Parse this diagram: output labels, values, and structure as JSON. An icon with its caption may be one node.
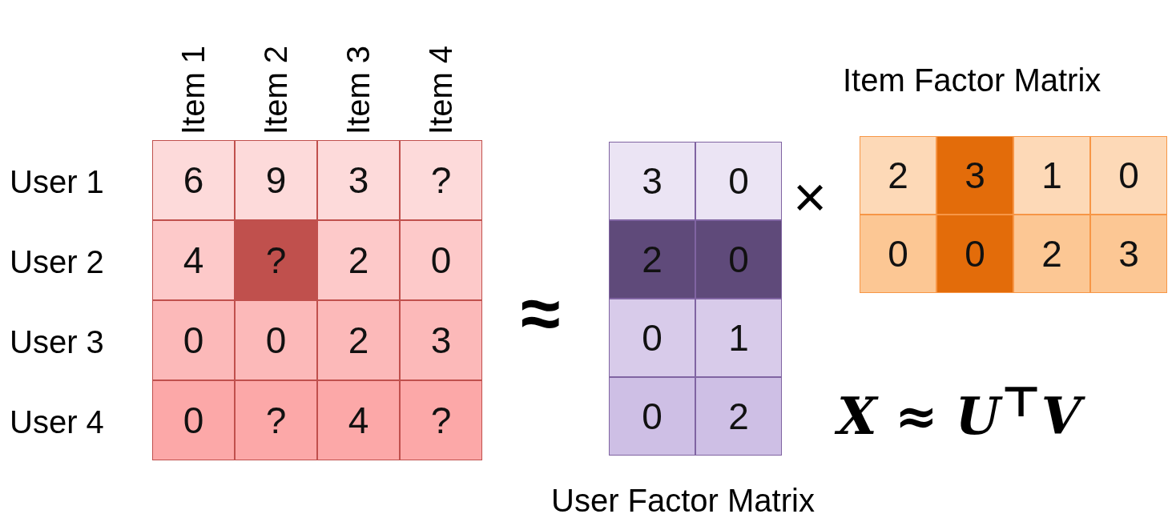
{
  "diagram": {
    "labels": [
      "Item 1",
      "Item 2",
      "Item 3",
      "Item 4",
      "Item Factor Matrix",
      "User 1",
      "6",
      "9",
      "3",
      "?",
      "User 2",
      "4",
      "?",
      "2",
      "0",
      "User 3",
      "0",
      "0",
      "2",
      "3",
      "User 4",
      "0",
      "?",
      "4",
      "?",
      "≈",
      "3",
      "0",
      "2",
      "0",
      "0",
      "1",
      "0",
      "2",
      "×",
      "2",
      "3",
      "1",
      "0",
      "0",
      "0",
      "2",
      "3",
      "X ≈ U$^{⊤}$V",
      "User Factor Matrix"
    ]
  }
}
